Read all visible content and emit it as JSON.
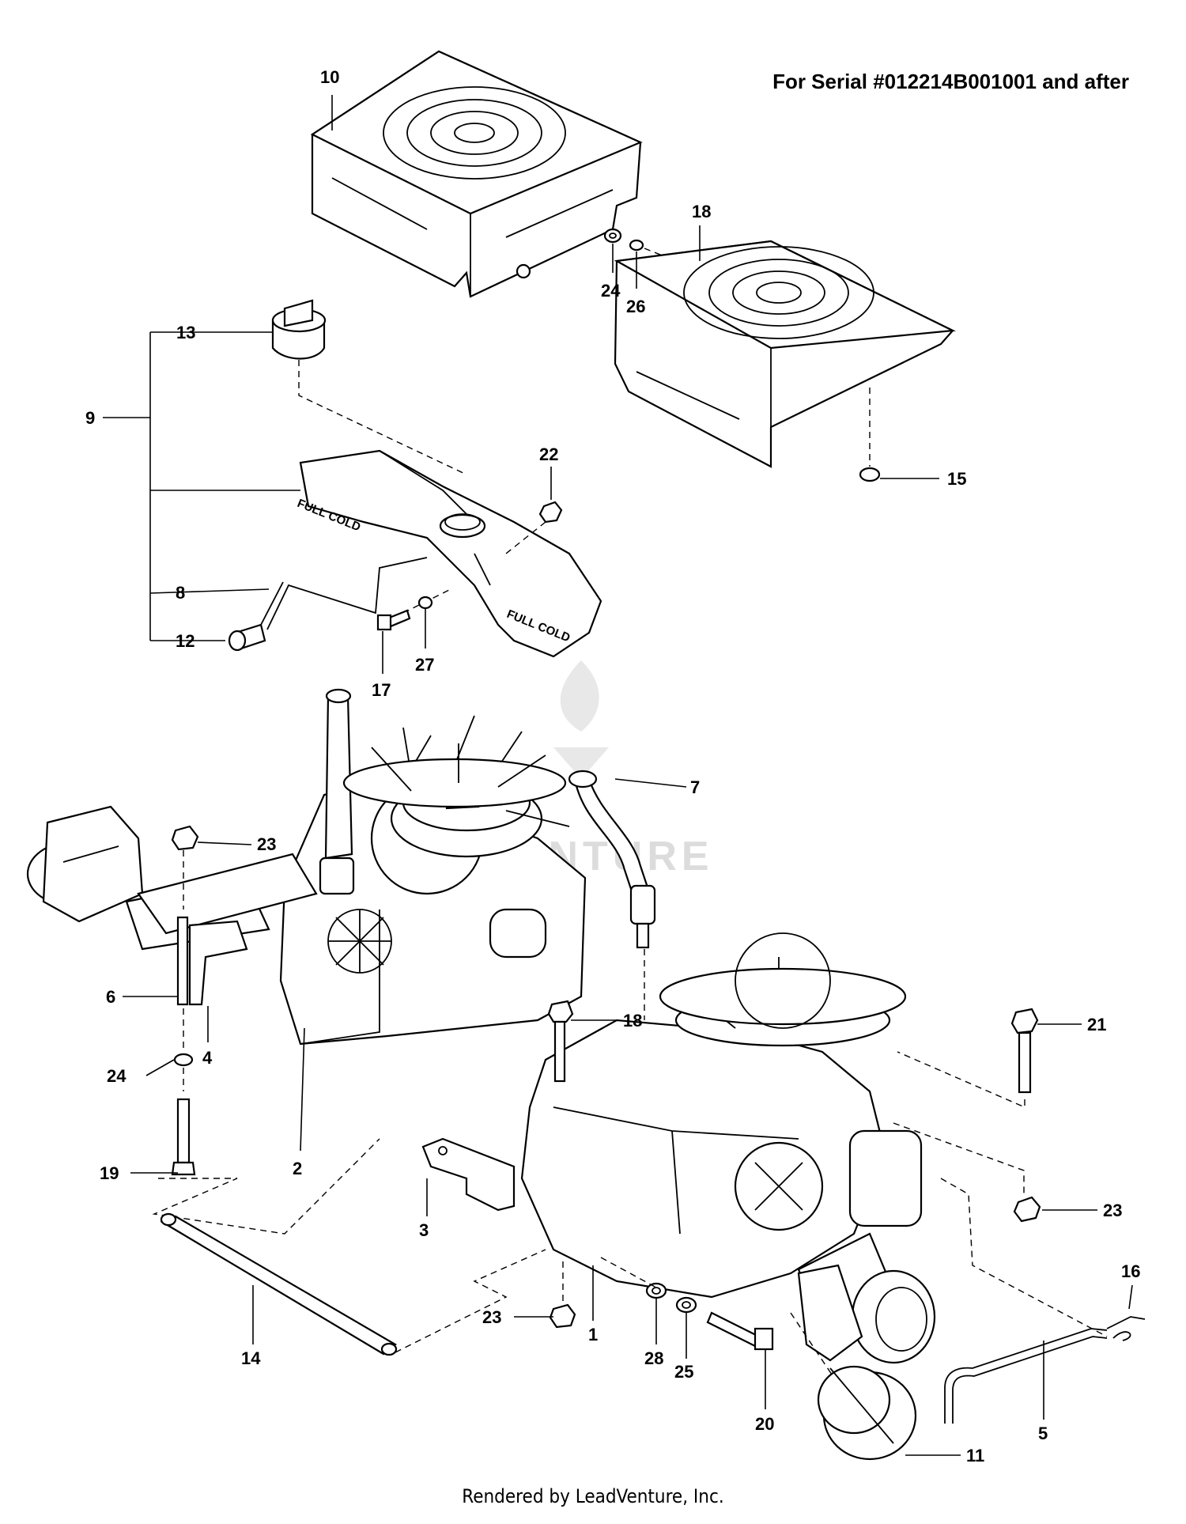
{
  "header": {
    "serial_note": "For Serial #012214B001001 and after"
  },
  "footer": {
    "rendered_by": "Rendered by LeadVenture, Inc."
  },
  "watermark": {
    "text": "ADVENTURE"
  },
  "parts": {
    "guard_top_label": "FULL COLD",
    "guard_bottom_label": "FULL COLD"
  },
  "callouts": {
    "c10": "10",
    "c18a": "18",
    "c24a": "24",
    "c26": "26",
    "c13": "13",
    "c9": "9",
    "c22": "22",
    "c15": "15",
    "c8": "8",
    "c12": "12",
    "c17": "17",
    "c27": "27",
    "c7": "7",
    "c23a": "23",
    "c6": "6",
    "c4": "4",
    "c24b": "24",
    "c19": "19",
    "c2": "2",
    "c18b": "18",
    "c21": "21",
    "c3": "3",
    "c23b": "23",
    "c16": "16",
    "c14": "14",
    "c23c": "23",
    "c1": "1",
    "c28": "28",
    "c25": "25",
    "c20": "20",
    "c5": "5",
    "c11": "11"
  }
}
